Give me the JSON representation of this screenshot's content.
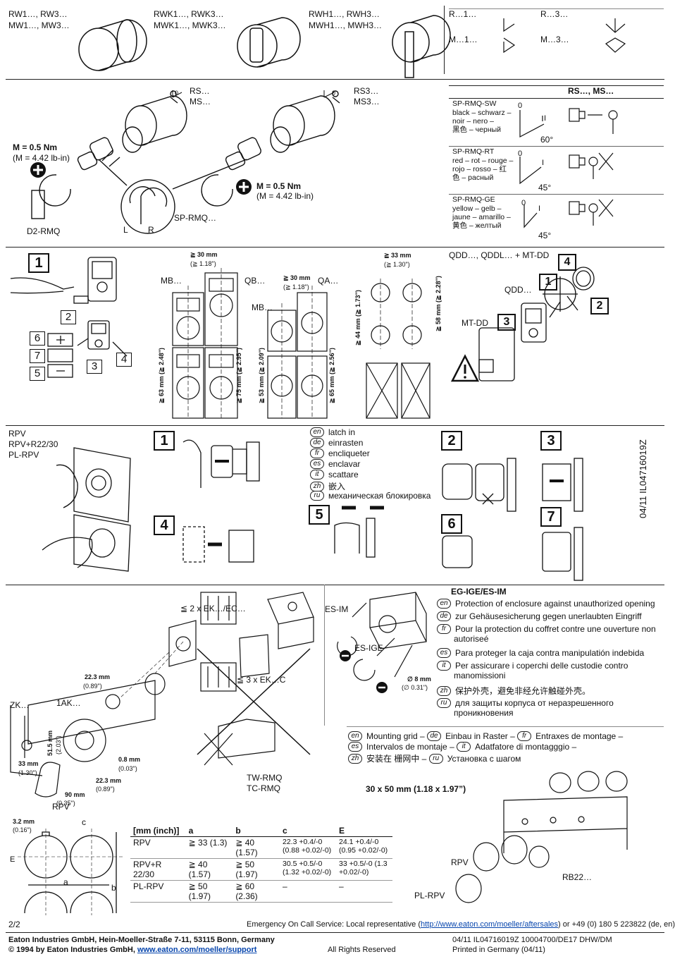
{
  "sec1": {
    "rw": [
      "RW1…, RW3…",
      "MW1…, MW3…"
    ],
    "rwk": [
      "RWK1…, RWK3…",
      "MWK1…, MWK3…"
    ],
    "rwh": [
      "RWH1…, RWH3…",
      "MWH1…, MWH3…"
    ],
    "r1": "R…1…",
    "r3": "R…3…",
    "m1": "M…1…",
    "m3": "M…3…"
  },
  "sec2": {
    "rs": [
      "RS…",
      "MS…"
    ],
    "rs3": [
      "RS3…",
      "MS3…"
    ],
    "torque1": [
      "M = 0.5 Nm",
      "(M = 4.42 lb-in)"
    ],
    "torque2": [
      "M = 0.5 Nm",
      "(M = 4.42 lb-in)"
    ],
    "d2rmq": "D2-RMQ",
    "sprmq": "SP-RMQ…",
    "l": "L",
    "r": "R",
    "table_head": "RS…, MS…",
    "rows": [
      {
        "code": "SP-RMQ-SW",
        "lines": [
          "black – schwarz –",
          "noir – nero –",
          "黑色 – черный"
        ],
        "angle": "60°"
      },
      {
        "code": "SP-RMQ-RT",
        "lines": [
          "red – rot – rouge –",
          "rojo – rosso – 红",
          "色 – расный"
        ],
        "angle": "45°"
      },
      {
        "code": "SP-RMQ-GE",
        "lines": [
          "yellow – gelb –",
          "jaune – amarillo –",
          "黄色 – желтый"
        ],
        "angle": "45°"
      }
    ]
  },
  "sec3": {
    "steps": [
      "1",
      "2",
      "3",
      "4",
      "5",
      "6",
      "7"
    ],
    "mb1": "MB…",
    "qb": "QB…",
    "mb2": "MB…",
    "qa": "QA…",
    "dim30a": [
      "≧ 30 mm",
      "(≧ 1.18\")"
    ],
    "dim30b": [
      "≧ 30 mm",
      "(≧ 1.18\")"
    ],
    "dim33": [
      "≧ 33 mm",
      "(≧ 1.30\")"
    ],
    "v63": "≧ 63 mm (≧ 2.48\")",
    "v75": "≧ 75 mm (≧ 2.95\")",
    "v53": "≧ 53 mm (≧ 2.09\")",
    "v65": "≧ 65 mm (≧ 2.56\")",
    "v44": "≧ 44 mm (≧ 1.73\")",
    "v58": "≧ 58 mm (≧ 2.28\")",
    "qdd_title": "QDD…, QDDL… + MT-DD",
    "qdd": "QDD…",
    "mtdd": "MT-DD"
  },
  "sec4": {
    "left": [
      "RPV",
      "RPV+R22/30",
      "PL-RPV"
    ],
    "legend": [
      {
        "code": "en",
        "text": "latch in"
      },
      {
        "code": "de",
        "text": "einrasten"
      },
      {
        "code": "fr",
        "text": "encliqueter"
      },
      {
        "code": "es",
        "text": "enclavar"
      },
      {
        "code": "it",
        "text": "scattare"
      },
      {
        "code": "zh",
        "text": "嵌入"
      },
      {
        "code": "ru",
        "text": "механическая блокировка"
      }
    ],
    "side_code": "04/11 IL04716019Z"
  },
  "sec5": {
    "ek2": "≦ 2 x EK…/EC…",
    "ek3": "≦ 3 x EK…C",
    "esim": "ES-IM",
    "esige": "ES-IGE",
    "drill": [
      "∅ 8 mm",
      "(∅ 0.31\")"
    ],
    "zk": "ZK…",
    "ak": "1AK…",
    "rpv": "RPV",
    "twrmq": [
      "TW-RMQ",
      "TC-RMQ"
    ],
    "d223a": [
      "22.3 mm",
      "(0.89\")"
    ],
    "d223b": [
      "22.3 mm",
      "(0.89\")"
    ],
    "d515": [
      "51.5 mm",
      "(2.03\")"
    ],
    "d33": [
      "33 mm",
      "(1.30\")"
    ],
    "d08": [
      "0.8 mm",
      "(0.03\")"
    ],
    "d90": [
      "90 mm",
      "(0.35\")"
    ],
    "eg_title": "EG-IGE/ES-IM",
    "eg_legend": [
      {
        "code": "en",
        "text": "Protection of enclosure against unauthorized opening"
      },
      {
        "code": "de",
        "text": "zur Gehäusesicherung gegen unerlaubten Eingriff"
      },
      {
        "code": "fr",
        "text": "Pour la protection du coffret contre une ouverture non"
      },
      {
        "code": "",
        "text": "autoriseé"
      },
      {
        "code": "es",
        "text": "Para proteger la caja contra manipulatión indebida"
      },
      {
        "code": "it",
        "text": "Per assicurare i coperchi delle custodie contro"
      },
      {
        "code": "",
        "text": "manomissioni"
      },
      {
        "code": "zh",
        "text": "保护外壳，避免非经允许触碰外壳。"
      },
      {
        "code": "ru",
        "text": "для защиты корпуса от неразрешенного"
      },
      {
        "code": "",
        "text": "проникновения"
      }
    ]
  },
  "sec6": {
    "grid_lines": [
      [
        {
          "code": "en",
          "text": "Mounting grid –"
        },
        {
          "code": "de",
          "text": "Einbau in Raster –"
        },
        {
          "code": "fr",
          "text": "Entraxes de montage –"
        }
      ],
      [
        {
          "code": "es",
          "text": "Intervalos de montaje –"
        },
        {
          "code": "it",
          "text": "Adatfatore di montagggio –"
        }
      ],
      [
        {
          "code": "zh",
          "text": "安装在 栅网中 –"
        },
        {
          "code": "ru",
          "text": "Установка с шагом"
        }
      ]
    ],
    "grid_size": "30 x 50 mm (1.18 x 1.97”)",
    "d32": [
      "3.2 mm",
      "(0.16\")"
    ],
    "lbl_c": "c",
    "lbl_e": "E",
    "lbl_a": "a",
    "lbl_b": "b",
    "rpv": "RPV",
    "rb22": "RB22…",
    "plrpv": "PL-RPV",
    "table": {
      "headers": [
        "[mm (inch)]",
        "a",
        "b",
        "c",
        "E"
      ],
      "rows": [
        [
          "RPV",
          "≧ 33 (1.3)",
          "≧ 40 (1.57)",
          "22.3 +0.4/-0 (0.88 +0.02/-0)",
          "24.1 +0.4/-0 (0.95 +0.02/-0)"
        ],
        [
          "RPV+R 22/30",
          "≧ 40 (1.57)",
          "≧ 50 (1.97)",
          "30.5 +0.5/-0 (1.32 +0.02/-0)",
          "33 +0.5/-0 (1.3 +0.02/-0)"
        ],
        [
          "PL-RPV",
          "≧ 50 (1.97)",
          "≧ 60 (2.36)",
          "–",
          "–"
        ]
      ]
    }
  },
  "footer": {
    "page": "2/2",
    "emergency": "Emergency On Call Service: Local representative (",
    "emergency_link": "http://www.eaton.com/moeller/aftersales",
    "emergency_tail": ") or +49 (0) 180 5 223822 (de, en)",
    "company": "Eaton Industries GmbH, Hein-Moeller-Straße 7-11, 53115 Bonn, Germany",
    "copyright": "© 1994 by Eaton Industries GmbH, ",
    "support_link": "www.eaton.com/moeller/support",
    "rights": "All Rights Reserved",
    "doc_code": "04/11 IL04716019Z   10004700/DE17   DHW/DM",
    "printed": "Printed in Germany (04/11)"
  }
}
